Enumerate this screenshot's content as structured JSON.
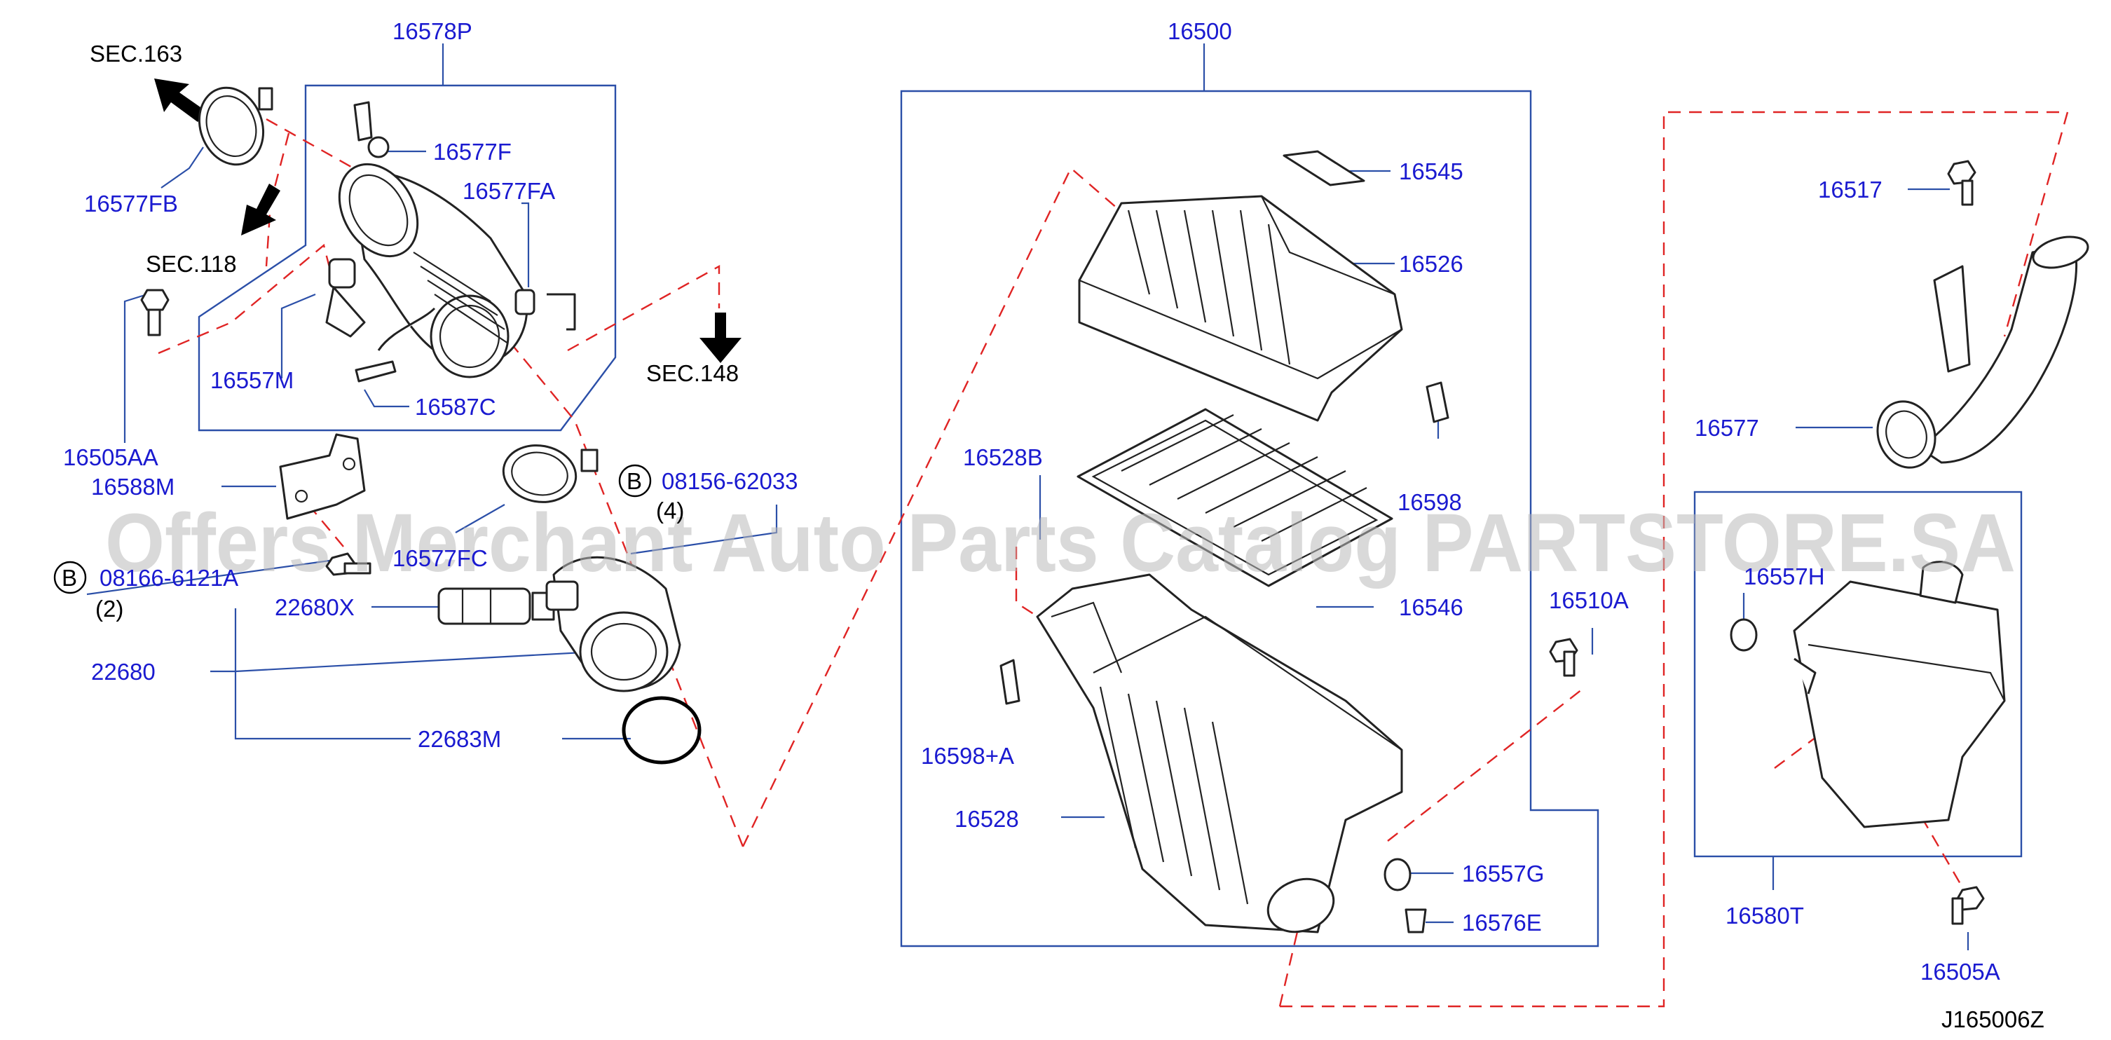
{
  "watermark": "Offers Merchant Auto Parts Catalog PARTSTORE.SA",
  "diagram_code": "J165006Z",
  "section_refs": {
    "sec163": "SEC.163",
    "sec118": "SEC.118",
    "sec148": "SEC.148"
  },
  "callouts": {
    "b_circle": "B",
    "bolt_08156": "08156-62033",
    "bolt_08156_qty": "(4)",
    "bolt_08166": "08166-6121A",
    "bolt_08166_qty": "(2)"
  },
  "labels": {
    "p16578P": "16578P",
    "p16577F": "16577F",
    "p16577FA": "16577FA",
    "p16577FB": "16577FB",
    "p16557M": "16557M",
    "p16587C": "16587C",
    "p16505AA": "16505AA",
    "p16588M": "16588M",
    "p16577FC": "16577FC",
    "p22680X": "22680X",
    "p22680": "22680",
    "p22683M": "22683M",
    "p16500": "16500",
    "p16545": "16545",
    "p16526": "16526",
    "p16528B": "16528B",
    "p16598": "16598",
    "p16546": "16546",
    "p16598A": "16598+A",
    "p16528": "16528",
    "p16510A": "16510A",
    "p16557G": "16557G",
    "p16576E": "16576E",
    "p16517": "16517",
    "p16577": "16577",
    "p16557H": "16557H",
    "p16580T": "16580T",
    "p16505A": "16505A"
  }
}
